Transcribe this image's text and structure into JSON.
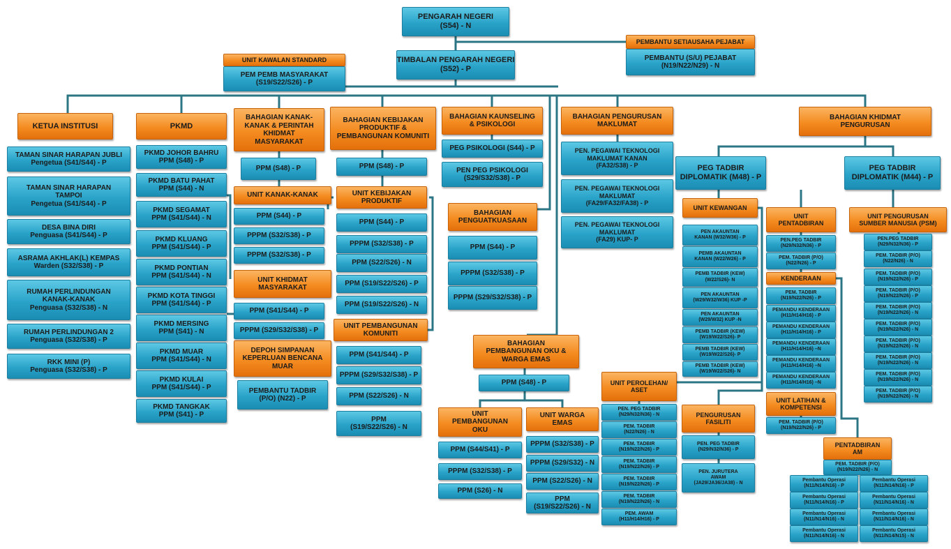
{
  "colors": {
    "post": "#2aa3c9",
    "unit": "#f48c21",
    "connector": "#2b7585"
  },
  "nodes": [
    {
      "kind": "post",
      "lines": [
        "PENGARAH NEGERI",
        "(S54) - N"
      ]
    },
    {
      "kind": "unit",
      "lines": [
        "PEMBANTU SETIAUSAHA PEJABAT"
      ]
    },
    {
      "kind": "post",
      "lines": [
        "PEMBANTU (S/U) PEJABAT",
        "(N19/N22/N29)  - N"
      ]
    },
    {
      "kind": "post",
      "lines": [
        "TIMBALAN PENGARAH NEGERI",
        "(S52) - P"
      ]
    },
    {
      "kind": "unit",
      "lines": [
        "UNIT KAWALAN STANDARD"
      ]
    },
    {
      "kind": "post",
      "lines": [
        "PEM PEMB MASYARAKAT",
        "(S19/S22/S26) - P"
      ]
    },
    {
      "kind": "unit",
      "lines": [
        "KETUA INSTITUSI"
      ]
    },
    {
      "kind": "post",
      "lines": [
        "TAMAN SINAR HARAPAN JUBLI",
        "Pengetua  (S41/S44) - P"
      ]
    },
    {
      "kind": "post",
      "lines": [
        "TAMAN SINAR HARAPAN",
        "TAMPOI",
        "Pengetua  (S41/S44) - P"
      ]
    },
    {
      "kind": "post",
      "lines": [
        "DESA BINA DIRI",
        "Penguasa  (S41/S44) - P"
      ]
    },
    {
      "kind": "post",
      "lines": [
        "ASRAMA AKHLAK(L) KEMPAS",
        "Warden (S32/S38) - P"
      ]
    },
    {
      "kind": "post",
      "lines": [
        "RUMAH PERLINDUNGAN",
        "KANAK-KANAK",
        "Penguasa  (S32/S38) - N"
      ]
    },
    {
      "kind": "post",
      "lines": [
        "RUMAH PERLINDUNGAN 2",
        "Penguasa  (S32/S38) - P"
      ]
    },
    {
      "kind": "post",
      "lines": [
        "RKK MINI (P)",
        "Penguasa  (S32/S38) - P"
      ]
    },
    {
      "kind": "unit",
      "lines": [
        "PKMD"
      ]
    },
    {
      "kind": "post",
      "lines": [
        "PKMD JOHOR BAHRU",
        "PPM (S48) - P"
      ]
    },
    {
      "kind": "post",
      "lines": [
        "PKMD BATU PAHAT",
        "PPM (S44) - N"
      ]
    },
    {
      "kind": "post",
      "lines": [
        "PKMD SEGAMAT",
        "PPM (S41/S44) - N"
      ]
    },
    {
      "kind": "post",
      "lines": [
        "PKMD KLUANG",
        "PPM (S41/S44) - P"
      ]
    },
    {
      "kind": "post",
      "lines": [
        "PKMD PONTIAN",
        "PPM (S41/S44) - N"
      ]
    },
    {
      "kind": "post",
      "lines": [
        "PKMD KOTA TINGGI",
        "PPM (S41/S44) - P"
      ]
    },
    {
      "kind": "post",
      "lines": [
        "PKMD MERSING",
        "PPM (S41) - N"
      ]
    },
    {
      "kind": "post",
      "lines": [
        "PKMD MUAR",
        "PPM (S41/S44) - N"
      ]
    },
    {
      "kind": "post",
      "lines": [
        "PKMD KULAI",
        "PPM (S41/S44) - P"
      ]
    },
    {
      "kind": "post",
      "lines": [
        "PKMD  TANGKAK",
        "PPM (S41) - P"
      ]
    },
    {
      "kind": "unit",
      "lines": [
        "BAHAGIAN KANAK-",
        "KANAK & PERINTAH",
        "KHIDMAT",
        "MASYARAKAT"
      ]
    },
    {
      "kind": "post",
      "lines": [
        "PPM (S48) - P"
      ]
    },
    {
      "kind": "unit",
      "lines": [
        "UNIT KANAK-KANAK"
      ]
    },
    {
      "kind": "post",
      "lines": [
        "PPM (S44) - P"
      ]
    },
    {
      "kind": "post",
      "lines": [
        "PPPM (S32/S38) - P"
      ]
    },
    {
      "kind": "post",
      "lines": [
        "PPPM (S32/S38) - P"
      ]
    },
    {
      "kind": "unit",
      "lines": [
        "UNIT KHIDMAT",
        "MASYARAKAT"
      ]
    },
    {
      "kind": "post",
      "lines": [
        "PPM (S41/S44) - P"
      ]
    },
    {
      "kind": "post",
      "lines": [
        "PPPM (S29/S32/S38) - P"
      ]
    },
    {
      "kind": "unit",
      "lines": [
        "DEPOH SIMPANAN",
        "KEPERLUAN BENCANA",
        "MUAR"
      ]
    },
    {
      "kind": "post",
      "lines": [
        "PEMBANTU TADBIR",
        "(P/O) (N22) - P"
      ]
    },
    {
      "kind": "unit",
      "lines": [
        "BAHAGIAN KEBIJAKAN",
        "PRODUKTIF &",
        "PEMBANGUNAN KOMUNITI"
      ]
    },
    {
      "kind": "post",
      "lines": [
        "PPM (S48) - P"
      ]
    },
    {
      "kind": "unit",
      "lines": [
        "UNIT KEBIJAKAN",
        "PRODUKTIF"
      ]
    },
    {
      "kind": "post",
      "lines": [
        "PPM (S44) - P"
      ]
    },
    {
      "kind": "post",
      "lines": [
        "PPPM (S32/S38) - P"
      ]
    },
    {
      "kind": "post",
      "lines": [
        "PPM (S22/S26) - N"
      ]
    },
    {
      "kind": "post",
      "lines": [
        "PPM (S19/S22/S26) - P"
      ]
    },
    {
      "kind": "post",
      "lines": [
        "PPM (S19/S22/S26) - N"
      ]
    },
    {
      "kind": "unit",
      "lines": [
        "UNIT PEMBANGUNAN",
        "KOMUNITI"
      ]
    },
    {
      "kind": "post",
      "lines": [
        "PPM (S41/S44) - P"
      ]
    },
    {
      "kind": "post",
      "lines": [
        "PPPM (S29/S32/S38) - P"
      ]
    },
    {
      "kind": "post",
      "lines": [
        "PPM (S22/S26) - N"
      ]
    },
    {
      "kind": "post",
      "lines": [
        "PPM",
        "(S19/S22/S26) - N"
      ]
    },
    {
      "kind": "unit",
      "lines": [
        "BAHAGIAN KAUNSELING",
        "& PSIKOLOGI"
      ]
    },
    {
      "kind": "post",
      "lines": [
        "PEG PSIKOLOGI (S44) - P"
      ]
    },
    {
      "kind": "post",
      "lines": [
        "PEN PEG PSIKOLOGI",
        "(S29/S32/S38) - P"
      ]
    },
    {
      "kind": "unit",
      "lines": [
        "BAHAGIAN",
        "PENGUATKUASAAN"
      ]
    },
    {
      "kind": "post",
      "lines": [
        "PPM (S44) - P"
      ]
    },
    {
      "kind": "post",
      "lines": [
        "PPPM (S32/S38) - P"
      ]
    },
    {
      "kind": "post",
      "lines": [
        "PPPM (S29/S32/S38) - P"
      ]
    },
    {
      "kind": "unit",
      "lines": [
        "BAHAGIAN",
        "PEMBANGUNAN OKU &",
        "WARGA EMAS"
      ]
    },
    {
      "kind": "post",
      "lines": [
        "PPM (S48) - P"
      ]
    },
    {
      "kind": "unit",
      "lines": [
        "UNIT",
        "PEMBANGUNAN",
        "OKU"
      ]
    },
    {
      "kind": "post",
      "lines": [
        "PPM (S44/S41) - P"
      ]
    },
    {
      "kind": "post",
      "lines": [
        "PPPM (S32/S38) - P"
      ]
    },
    {
      "kind": "post",
      "lines": [
        "PPM (S26) - N"
      ]
    },
    {
      "kind": "unit",
      "lines": [
        "UNIT WARGA",
        "EMAS"
      ]
    },
    {
      "kind": "post",
      "lines": [
        "PPPM (S32/S38) - P"
      ]
    },
    {
      "kind": "post",
      "lines": [
        "PPPM (S29/S32) - N"
      ]
    },
    {
      "kind": "post",
      "lines": [
        "PPM (S22/S26) - N"
      ]
    },
    {
      "kind": "post",
      "lines": [
        "PPM",
        "(S19/S22/S26) - N"
      ]
    },
    {
      "kind": "unit",
      "lines": [
        "BAHAGIAN PENGURUSAN",
        "MAKLUMAT"
      ]
    },
    {
      "kind": "post",
      "lines": [
        "PEN. PEGAWAI TEKNOLOGI",
        "MAKLUMAT KANAN",
        "(FA32/S38) - P"
      ]
    },
    {
      "kind": "post",
      "lines": [
        "PEN. PEGAWAI TEKNOLOGI",
        "MAKLUMAT",
        "(FA29/FA32/FA38) - P"
      ]
    },
    {
      "kind": "post",
      "lines": [
        "PEN. PEGAWAI TEKNOLOGI",
        "MAKLUMAT",
        "(FA29)  KUP- P"
      ]
    },
    {
      "kind": "unit",
      "lines": [
        "BAHAGIAN KHIDMAT",
        "PENGURUSAN"
      ]
    },
    {
      "kind": "post",
      "lines": [
        "PEG TADBIR",
        "DIPLOMATIK (M48) - P"
      ]
    },
    {
      "kind": "post",
      "lines": [
        "PEG TADBIR",
        "DIPLOMATIK (M44) - P"
      ]
    },
    {
      "kind": "unit",
      "lines": [
        "UNIT KEWANGAN"
      ]
    },
    {
      "kind": "post",
      "lines": [
        "PEN AKAUNTAN",
        "KANAN  (W32/W36)  - P"
      ]
    },
    {
      "kind": "post",
      "lines": [
        "PEMB AKAUNTAN",
        "KANAN  (W22/W26)  - P"
      ]
    },
    {
      "kind": "post",
      "lines": [
        "PEMB TADBIR  (KEW)",
        "(W22/S26)-  N"
      ]
    },
    {
      "kind": "post",
      "lines": [
        "PEN AKAUNTAN",
        "(W29/W32/W36)  KUP -P"
      ]
    },
    {
      "kind": "post",
      "lines": [
        "PEN AKAUNTAN",
        "(W29/W32)  KUP -N"
      ]
    },
    {
      "kind": "post",
      "lines": [
        "PEMB TADBIR  (KEW)",
        "(W19/W22/S26)-  P"
      ]
    },
    {
      "kind": "post",
      "lines": [
        "PEMB TADBIR  (KEW)",
        "(W19/W22/S26)-  P"
      ]
    },
    {
      "kind": "post",
      "lines": [
        "PEMB TADBIR  (KEW)",
        "(W19/W22/S26)-  N"
      ]
    },
    {
      "kind": "unit",
      "lines": [
        "UNIT",
        "PENTADBIRAN"
      ]
    },
    {
      "kind": "post",
      "lines": [
        "PEN.PEG  TADBIR",
        "(N29/N32/N36)   - P"
      ]
    },
    {
      "kind": "post",
      "lines": [
        "PEM.  TADBIR  (P/O)",
        "(N22/N26)   - P"
      ]
    },
    {
      "kind": "unit",
      "lines": [
        "KENDERAAN"
      ]
    },
    {
      "kind": "post",
      "lines": [
        "PEM.  TADBIR",
        "(N19/N22/N26)    - P"
      ]
    },
    {
      "kind": "post",
      "lines": [
        "PEMANDU KENDERAAN",
        "(H11/H14/H16) - P"
      ]
    },
    {
      "kind": "post",
      "lines": [
        "PEMANDU KENDERAAN",
        "(H11/H14/H16) - P"
      ]
    },
    {
      "kind": "post",
      "lines": [
        "PEMANDU KENDERAAN",
        "(H11/H14/H16) –N"
      ]
    },
    {
      "kind": "post",
      "lines": [
        "PEMANDU KENDERAAN",
        "(H11/H14/H16) –N"
      ]
    },
    {
      "kind": "post",
      "lines": [
        "PEMANDU KENDERAAN",
        "(H11/H14/H16) –N"
      ]
    },
    {
      "kind": "unit",
      "lines": [
        "UNIT LATIHAN &",
        "KOMPETENSI"
      ]
    },
    {
      "kind": "post",
      "lines": [
        "PEM.  TADBIR  (P/O)",
        "(N19/N22/N26)   - P"
      ]
    },
    {
      "kind": "unit",
      "lines": [
        "UNIT PENGURUSAN",
        "SUMBER MANUSIA (PSM)"
      ]
    },
    {
      "kind": "post",
      "lines": [
        "PEN.PEG  TADBIR",
        "(N29/N32/N36)   - P"
      ]
    },
    {
      "kind": "post",
      "lines": [
        "PEM.  TADBIR  (P/O)",
        "(N22/N26)   - N"
      ]
    },
    {
      "kind": "post",
      "lines": [
        "PEM.  TADBIR  (P/O)",
        "(N19/N22/N26)   - P"
      ]
    },
    {
      "kind": "post",
      "lines": [
        "PEM.  TADBIR  (P/O)",
        "(N19/N22/N26)   - P"
      ]
    },
    {
      "kind": "post",
      "lines": [
        "PEM.  TADBIR  (P/O)",
        "(N19/N22/N26)   - N"
      ]
    },
    {
      "kind": "post",
      "lines": [
        "PEM.  TADBIR  (P/O)",
        "(N19/N22/N26)   - N"
      ]
    },
    {
      "kind": "post",
      "lines": [
        "PEM.  TADBIR  (P/O)",
        "(N19/N22/N26)   - N"
      ]
    },
    {
      "kind": "post",
      "lines": [
        "PEM.  TADBIR  (P/O)",
        "(N19/N22/N26)   - N"
      ]
    },
    {
      "kind": "post",
      "lines": [
        "PEM.  TADBIR  (P/O)",
        "(N19/N22/N26)   - N"
      ]
    },
    {
      "kind": "post",
      "lines": [
        "PEM.  TADBIR  (P/O)",
        "(N19/N22/N26)   - N"
      ]
    },
    {
      "kind": "unit",
      "lines": [
        "PENTADBIRAN",
        "AM"
      ]
    },
    {
      "kind": "post",
      "lines": [
        "PEM.  TADBIR  (P/O)",
        "(N19/N22/N26)   - N"
      ]
    },
    {
      "kind": "post",
      "lines": [
        "Pembantu Operasi",
        "(N11/N14/N16)   - P"
      ]
    },
    {
      "kind": "post",
      "lines": [
        "Pembantu Operasi",
        "(N11/N14/N16)   - P"
      ]
    },
    {
      "kind": "post",
      "lines": [
        "Pembantu Operasi",
        "(N11/N14/N16)   - N"
      ]
    },
    {
      "kind": "post",
      "lines": [
        "Pembantu Operasi",
        "(N11/N14/N16)   - N"
      ]
    },
    {
      "kind": "post",
      "lines": [
        "Pembantu Operasi",
        "(N11/N14/N16)   - P"
      ]
    },
    {
      "kind": "post",
      "lines": [
        "Pembantu Operasi",
        "(N11/N14/N16)   - N"
      ]
    },
    {
      "kind": "post",
      "lines": [
        "Pembantu Operasi",
        "(N11/N14/N16)   - N"
      ]
    },
    {
      "kind": "post",
      "lines": [
        "Pembantu Operasi",
        "(N11/N14/N15)   - N"
      ]
    },
    {
      "kind": "unit",
      "lines": [
        "UNIT PEROLEHAN/",
        "ASET"
      ]
    },
    {
      "kind": "post",
      "lines": [
        "PEN.  PEG  TADBIR",
        "(N29/N32/N36)    - N"
      ]
    },
    {
      "kind": "post",
      "lines": [
        "PEM.  TADBIR",
        "(N22/N26)   - N"
      ]
    },
    {
      "kind": "post",
      "lines": [
        "PEM.  TADBIR",
        "(N19/N22/N26)    - P"
      ]
    },
    {
      "kind": "post",
      "lines": [
        "PEM.  TADBIR",
        "(N19/N22/N26)    - P"
      ]
    },
    {
      "kind": "post",
      "lines": [
        "PEM.  TADBIR",
        "(N19/N22/N26)    - P"
      ]
    },
    {
      "kind": "post",
      "lines": [
        "PEM.  TADBIR",
        "(N19/N22/N26)    - N"
      ]
    },
    {
      "kind": "post",
      "lines": [
        "PEM.  AWAM",
        "(H11/H14/H16)    - P"
      ]
    },
    {
      "kind": "unit",
      "lines": [
        "PENGURUSAN",
        "FASILITI"
      ]
    },
    {
      "kind": "post",
      "lines": [
        "PEN.  PEG  TADBIR",
        "(N29/N32/N36)    - P"
      ]
    },
    {
      "kind": "post",
      "lines": [
        "PEN.  JURUTERA",
        "AWAM",
        "(JA29/JA36/JA38)    - N"
      ]
    }
  ]
}
